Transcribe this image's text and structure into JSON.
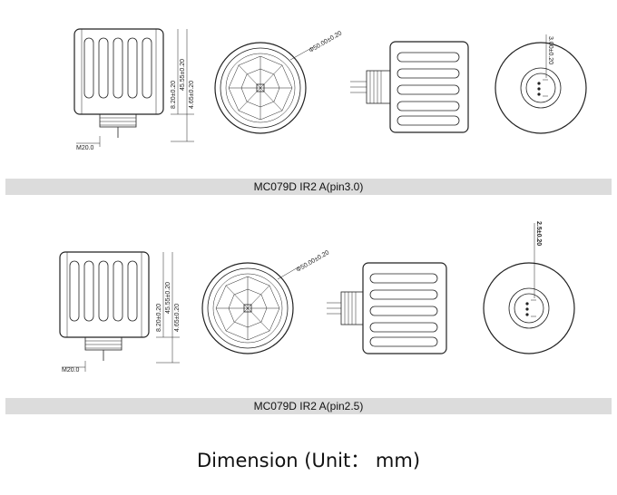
{
  "rows": [
    {
      "caption": "MC079D IR2 A(pin3.0)",
      "dims": {
        "d1": "8.20±0.20",
        "d2": "45.55±0.20",
        "d3": "4.65±0.20",
        "thread": "M20.0",
        "diameter": "Φ50.00±0.20",
        "pin": "3.00±0.20"
      }
    },
    {
      "caption": "MC079D IR2 A(pin2.5)",
      "dims": {
        "d1": "8.20±0.20",
        "d2": "45.55±0.20",
        "d3": "4.65±0.20",
        "thread": "M20.0",
        "diameter": "Φ50.00±0.20",
        "pin": "2.5±0.20"
      }
    }
  ],
  "footer": {
    "title": "Dimension (Unit： mm)"
  }
}
